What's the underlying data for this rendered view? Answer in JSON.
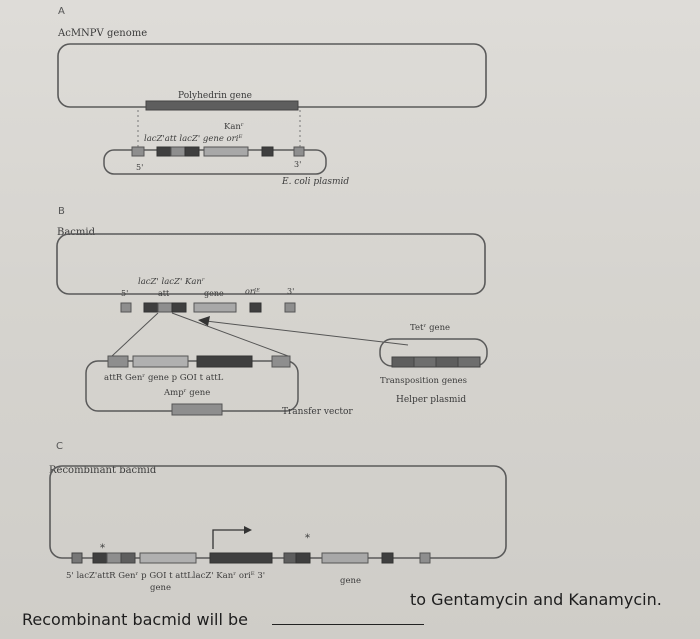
{
  "panel_a": {
    "letter": "A",
    "title": "AcMNPV genome",
    "polyhedrin_label": "Polyhedrin gene",
    "kan_label": "Kanʳ",
    "row_labels": "lacZ'att lacZ' gene oriᴱ",
    "five_prime": "5'",
    "three_prime": "3'",
    "plasmid_label": "E. coli plasmid"
  },
  "panel_b": {
    "letter": "B",
    "title": "Bacmid",
    "lacz_row": "lacZ' lacZ' Kanʳ",
    "five_prime": "5'",
    "att_label": "att",
    "gene_label": "gene",
    "ori_label": "oriᴱ",
    "three_prime": "3'",
    "tet_label": "Tetʳ gene",
    "transfer_row": "attR Genʳ gene p GOI t attL",
    "amp_label": "Ampʳ gene",
    "transfer_vector": "Transfer vector",
    "transposition_genes": "Transposition genes",
    "helper_plasmid": "Helper plasmid"
  },
  "panel_c": {
    "letter": "C",
    "title": "Recombinant bacmid",
    "bottom_row": "5' lacZ'attR Genʳ p GOI t attLlacZ' Kanʳ oriᴱ 3'",
    "gene_left": "gene",
    "gene_right": "gene",
    "star": "*"
  },
  "question": {
    "prefix": "Recombinant bacmid will be",
    "suffix": "to Gentamycin and Kanamycin."
  }
}
